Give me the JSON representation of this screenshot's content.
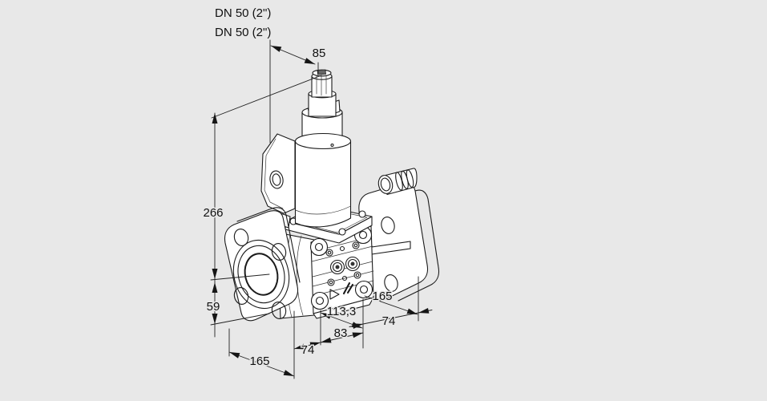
{
  "page": {
    "background": "#e8e8e8"
  },
  "drawing": {
    "description": "isometric dimensional drawing of DN 50 flanged valve with solenoid actuator",
    "colors": {
      "background": "#e8e8e8",
      "line": "#1b1b1b",
      "dimension_line": "#222222",
      "part_fill": "#ffffff"
    },
    "type_labels": {
      "line1": "DN 50 (2\")",
      "line2": "DN 50 (2\")"
    },
    "dimensions": {
      "stem_offset": "85",
      "total_height": "266",
      "axis_to_bottom": "59",
      "flange_left_od": "165",
      "body_left_width": "74",
      "body_width": "83",
      "body_depth": "113,3",
      "flange_right_od": "165",
      "body_right_width": "74"
    }
  }
}
